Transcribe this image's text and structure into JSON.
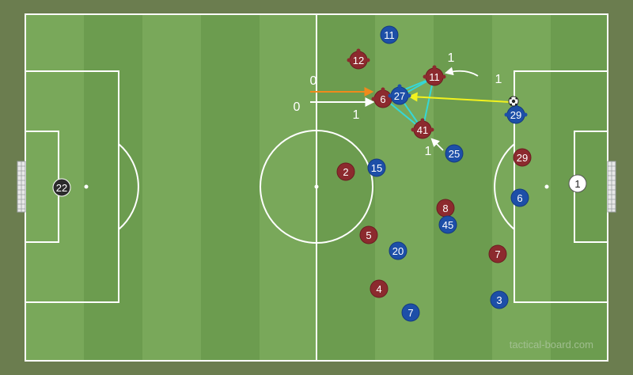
{
  "watermark": "tactical-board.com",
  "colors": {
    "surround": "#6b7d4f",
    "grass_light": "#79a85a",
    "grass_dark": "#6c9c4f",
    "lines": "#ffffff",
    "team_red": "#8c2a2e",
    "team_blue": "#1d4fa8",
    "goalkeeper_dark": "#2b2b2b",
    "goalkeeper_light": "#ffffff",
    "arrow_orange": "#f08a1c",
    "arrow_yellow": "#f2f21e",
    "arrow_white": "#ffffff",
    "link_cyan": "#35d7d7"
  },
  "players": {
    "red": [
      "12",
      "11",
      "6",
      "41",
      "2",
      "29",
      "8",
      "5",
      "7",
      "4"
    ],
    "blue": [
      "11",
      "27",
      "29",
      "25",
      "15",
      "6",
      "45",
      "20",
      "3",
      "7"
    ],
    "goalkeepers": [
      "22",
      "1"
    ]
  },
  "annotations": [
    "0",
    "0",
    "1",
    "1",
    "1",
    "1"
  ],
  "icons": [
    "ball-icon",
    "goal-left",
    "goal-right"
  ]
}
